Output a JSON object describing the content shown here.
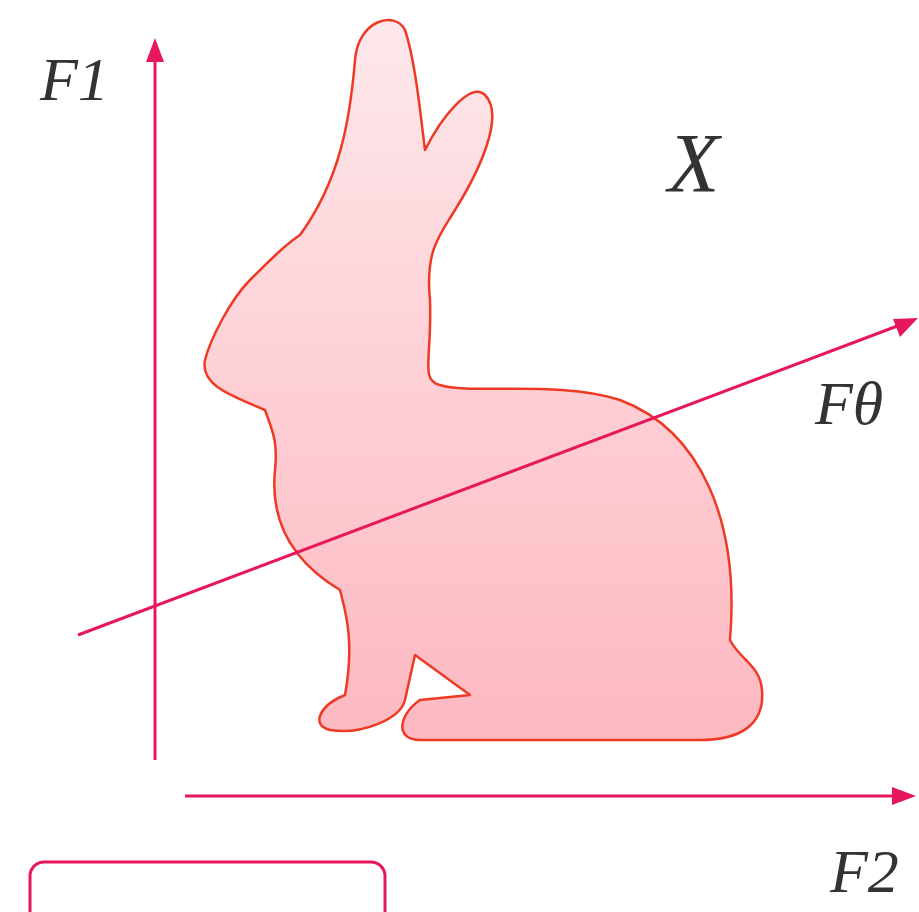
{
  "diagram": {
    "labels": [
      "F1",
      "X",
      "F2",
      "Fθ"
    ]
  }
}
